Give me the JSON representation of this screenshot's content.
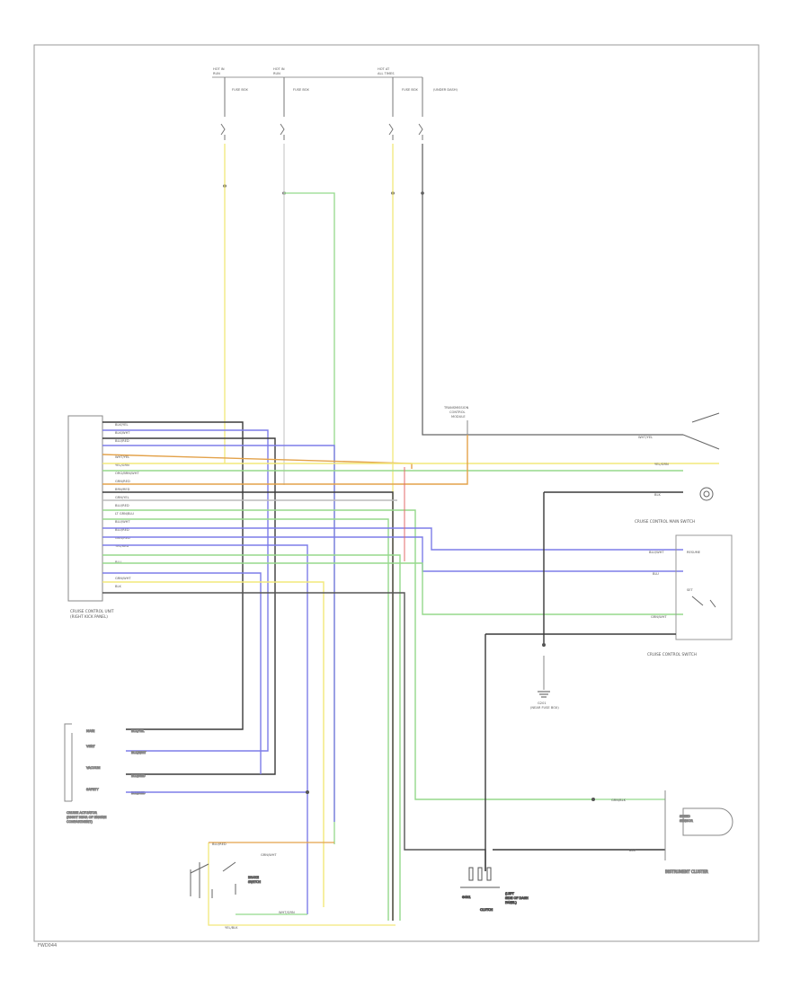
{
  "diagram": {
    "footer_code": "FWD044"
  },
  "wire_colors": {
    "yellow": "#f2e87a",
    "green": "#95d98c",
    "blue": "#7d7de8",
    "dark": "#3a3a3a",
    "gray": "#888888",
    "orange": "#e3a24a",
    "red": "#e36b6b",
    "olive": "#b8a84f"
  },
  "fuses": [
    {
      "label": "HOT IN",
      "sub": "RUN"
    },
    {
      "label": "HOT IN",
      "sub": "RUN"
    },
    {
      "label": "HOT AT",
      "sub": "ALL TIMES"
    }
  ],
  "fuse_boxes": [
    "FUSE BOX",
    "FUSE BOX",
    "FUSE BOX"
  ],
  "fuse_box_note": "(UNDER DASH)",
  "components": {
    "control_unit": [
      "CRUISE CONTROL UNIT",
      "(RIGHT KICK PANEL)"
    ],
    "actuator": [
      "CRUISE ACTUATOR",
      "(RIGHT REAR OF ENGINE",
      "COMPARTMENT)"
    ],
    "brake_switch": [
      "BRAKE",
      "SWITCH"
    ],
    "tcm": [
      "TRANSMISSION",
      "CONTROL",
      "MODULE"
    ],
    "main_switch": [
      "CRUISE CONTROL MAIN SWITCH"
    ],
    "cruise_switch": [
      "CRUISE CONTROL SWITCH"
    ],
    "set_resume": [
      "RESUME",
      "SET"
    ],
    "ground_upper": [
      "G201",
      "(NEAR FUSE BOX)"
    ],
    "speed_sensor": [
      "SPEED",
      "SENSOR"
    ],
    "cluster": [
      "INSTRUMENT CLUSTER"
    ],
    "ground_lower": [
      "G401"
    ],
    "ground_lower_note": [
      "(LEFT",
      "SIDE OF DASH",
      "PANEL)"
    ],
    "clutch": [
      "CLUTCH"
    ]
  },
  "control_unit_wires": [
    {
      "color": "BLK/YEL"
    },
    {
      "color": "BLK/WHT"
    },
    {
      "color": "BLU/RED"
    },
    {
      "color": ""
    },
    {
      "color": "WHT/YEL"
    },
    {
      "color": "YEL/GRN"
    },
    {
      "color": "ORG/BRN/WHT"
    },
    {
      "color": "GRN/RED"
    },
    {
      "color": "BRN/RED"
    },
    {
      "color": "GRN/YEL"
    },
    {
      "color": "BLU/RED"
    },
    {
      "color": "LT GRN/BLU"
    },
    {
      "color": "BLU/WHT"
    },
    {
      "color": "BLU/RED"
    },
    {
      "color": "GRN/RED"
    },
    {
      "color": "YEL/RED"
    },
    {
      "color": "BLU"
    },
    {
      "color": "GRN/WHT"
    },
    {
      "color": "BLK"
    }
  ],
  "actuator_wires": [
    "BLK/YEL",
    "BLK/WHT",
    "BLU/RED",
    "BLU/RED"
  ],
  "actuator_pins": [
    "MAIN",
    "VENT",
    "VACUUM",
    "SAFETY"
  ],
  "misc_labels": {
    "main_sw_wire": "WHT/YEL",
    "main_sw_wire2": "YEL/GRN",
    "ground_wire": "BLK",
    "set_wire": "BLU/WHT",
    "resume_wire": "BLU",
    "cs_wire": "GRN/WHT",
    "speed_wire": "GRN/BLK",
    "cluster_wire": "BLK",
    "brake_top": "BLU/RED",
    "brake_top2": "GRN/WHT",
    "brake_bottom": "WHT/GRN",
    "brake_bottom2": "YEL/BLK"
  }
}
